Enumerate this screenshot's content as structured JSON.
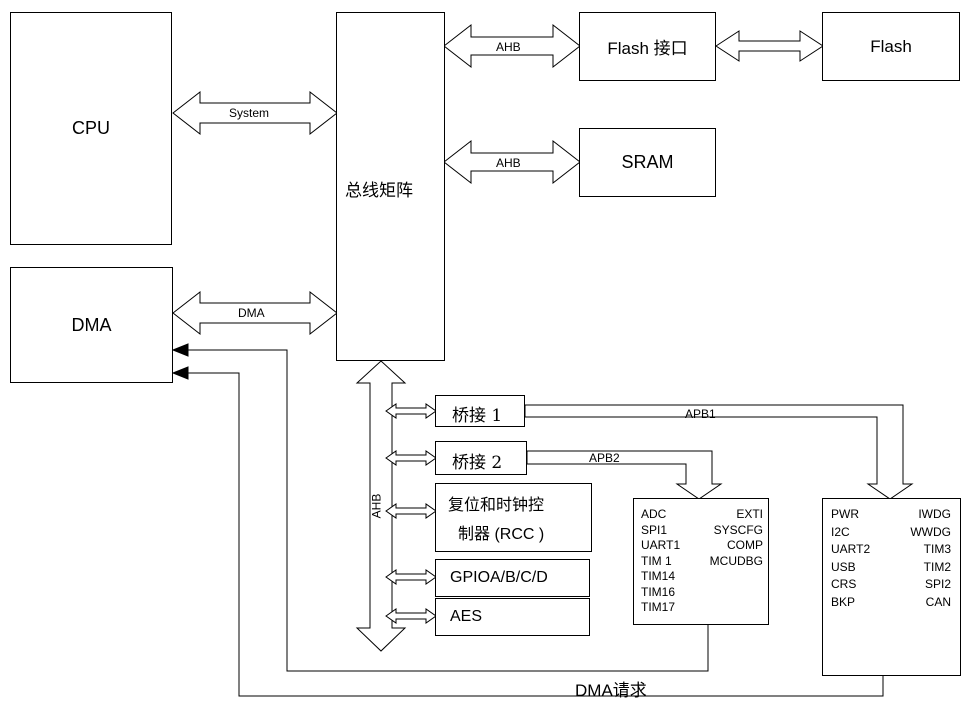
{
  "blocks": {
    "cpu": "CPU",
    "dma": "DMA",
    "bus_matrix": "总线矩阵",
    "flash_if": "Flash 接口",
    "flash": "Flash",
    "sram": "SRAM",
    "bridge1": "桥接 1",
    "bridge2": "桥接 2",
    "rcc_line1": "复位和时钟控",
    "rcc_line2": "制器 (RCC )",
    "gpio": "GPIOA/B/C/D",
    "aes": "AES"
  },
  "buses": {
    "system": "System",
    "dma": "DMA",
    "ahb_flash": "AHB",
    "ahb_sram": "AHB",
    "ahb_vertical": "AHB",
    "apb1": "APB1",
    "apb2": "APB2",
    "dma_request": "DMA请求"
  },
  "apb2_peripherals": {
    "left": [
      "ADC",
      "SPI1",
      "UART1",
      "TIM 1",
      "TIM14",
      "TIM16",
      "TIM17"
    ],
    "right": [
      "EXTI",
      "SYSCFG",
      "COMP",
      "MCUDBG"
    ]
  },
  "apb1_peripherals": {
    "left": [
      "PWR",
      "I2C",
      "UART2",
      "USB",
      "CRS",
      "BKP"
    ],
    "right": [
      "IWDG",
      "WWDG",
      "TIM3",
      "TIM2",
      "SPI2",
      "CAN"
    ]
  }
}
